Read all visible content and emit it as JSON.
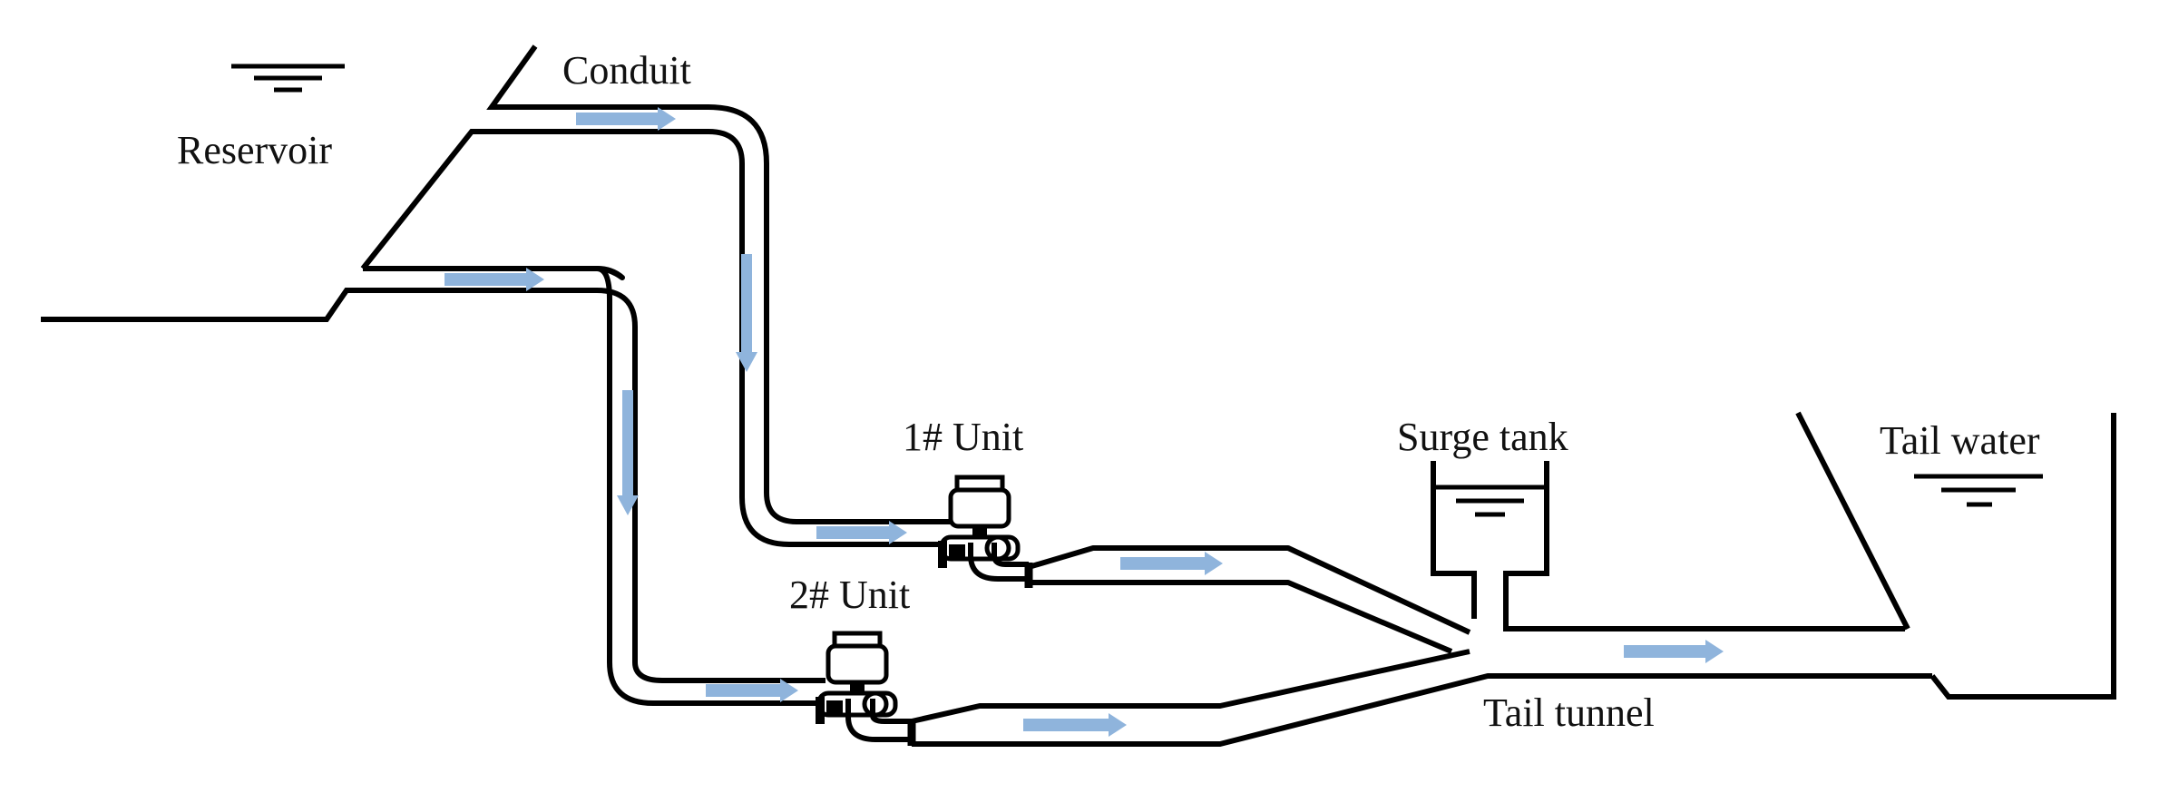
{
  "labels": {
    "reservoir": "Reservoir",
    "conduit": "Conduit",
    "unit1": "1# Unit",
    "unit2": "2# Unit",
    "surge_tank": "Surge tank",
    "tail_water": "Tail water",
    "tail_tunnel": "Tail tunnel"
  },
  "colors": {
    "line": "#000000",
    "flow_arrow": "#8fb4dc",
    "background": "#ffffff"
  },
  "icons": {
    "water_level": "water-level-icon",
    "turbine": "turbine-unit-icon",
    "flow": "flow-direction-arrow-icon"
  }
}
